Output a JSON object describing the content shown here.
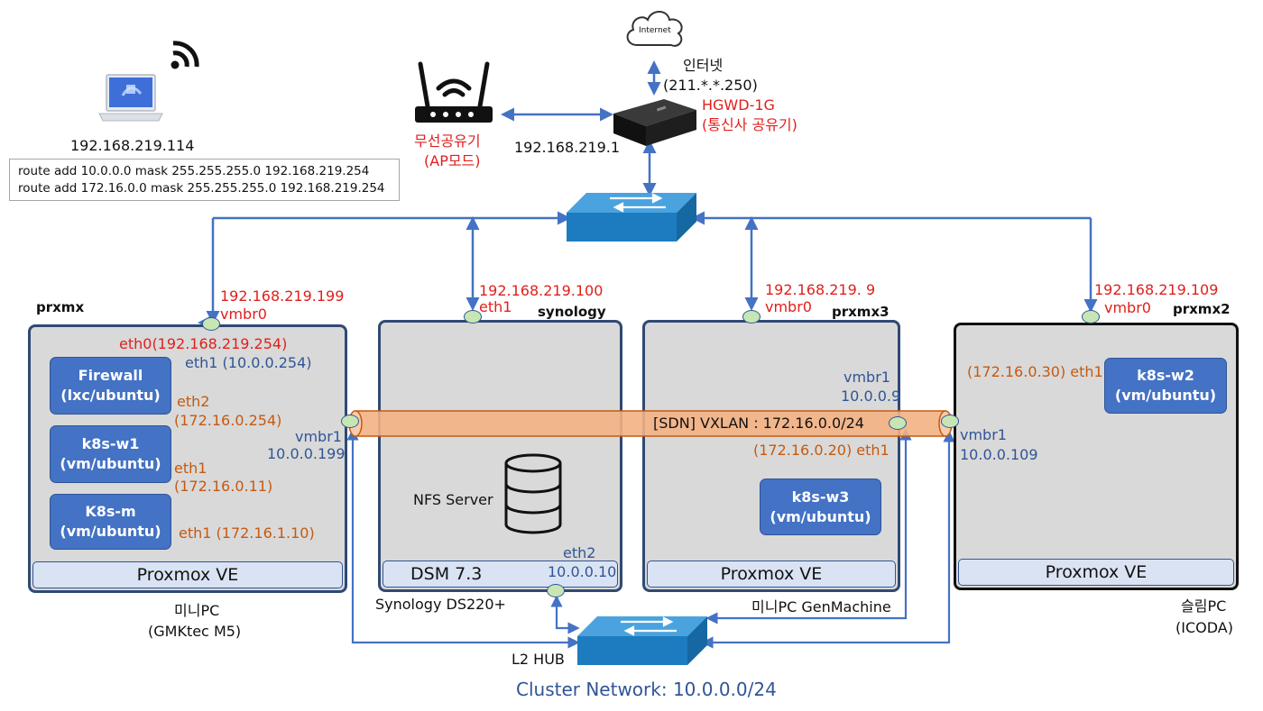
{
  "internet": {
    "cloud_label": "Internet",
    "label": "인터넷",
    "ip": "(211.*.*.250)"
  },
  "gateway": {
    "name": "HGWD-1G",
    "desc": "(통신사 공유기)"
  },
  "ap": {
    "name": "무선공유기",
    "mode": "(AP모드)",
    "link_ip": "192.168.219.1"
  },
  "laptop": {
    "ip": "192.168.219.114",
    "routes": [
      "route add 10.0.0.0 mask 255.255.255.0 192.168.219.254",
      "route add 172.16.0.0 mask 255.255.255.0 192.168.219.254"
    ]
  },
  "hosts": {
    "prxmx": {
      "name": "prxmx",
      "uplink_ip": "192.168.219.199",
      "uplink_if": "vmbr0",
      "platform": "Proxmox VE",
      "hw": "미니PC",
      "hw_model": "(GMKtec M5)",
      "eth0": "eth0(192.168.219.254)",
      "eth1_fw": "eth1  (10.0.0.254)",
      "eth2_fw": "eth2",
      "eth2_fw_ip": "(172.16.0.254)",
      "vmbr1": "vmbr1",
      "vmbr1_ip": "10.0.0.199",
      "vms": [
        {
          "name": "Firewall",
          "type": "(lxc/ubuntu)"
        },
        {
          "name": "k8s-w1",
          "type": "(vm/ubuntu)"
        },
        {
          "name": "K8s-m",
          "type": "(vm/ubuntu)"
        }
      ],
      "w1_eth": "eth1",
      "w1_ip": "(172.16.0.11)",
      "m_eth": "eth1 (172.16.1.10)"
    },
    "synology": {
      "name": "synology",
      "uplink_ip": "192.168.219.100",
      "uplink_if": "eth1",
      "service": "NFS Server",
      "os": "DSM 7.3",
      "model": "Synology DS220+",
      "eth2": "eth2",
      "eth2_ip": "10.0.0.10"
    },
    "prxmx3": {
      "name": "prxmx3",
      "uplink_ip": "192.168.219. 9",
      "uplink_if": "vmbr0",
      "vmbr1": "vmbr1",
      "vmbr1_ip": "10.0.0.9",
      "vm": {
        "name": "k8s-w3",
        "type": "(vm/ubuntu)"
      },
      "vm_eth": "(172.16.0.20) eth1",
      "platform": "Proxmox VE",
      "hw": "미니PC GenMachine"
    },
    "prxmx2": {
      "name": "prxmx2",
      "uplink_ip": "192.168.219.109",
      "uplink_if": "vmbr0",
      "vm": {
        "name": "k8s-w2",
        "type": "(vm/ubuntu)"
      },
      "vm_eth": "(172.16.0.30) eth1",
      "vmbr1": "vmbr1",
      "vmbr1_ip": "10.0.0.109",
      "platform": "Proxmox VE",
      "hw": "슬림PC",
      "hw_model": "(ICODA)"
    }
  },
  "sdn": {
    "label": "[SDN] VXLAN : 172.16.0.0/24"
  },
  "l2hub": {
    "label": "L2 HUB"
  },
  "cluster": {
    "label": "Cluster Network: 10.0.0.0/24"
  },
  "colors": {
    "blue_line": "#4472c4",
    "orange_line": "#c55a11",
    "red_text": "#e0201c",
    "vm_fill": "#4472c4",
    "host_fill": "#d9d9d9",
    "nic_fill": "#c7e6b3"
  }
}
